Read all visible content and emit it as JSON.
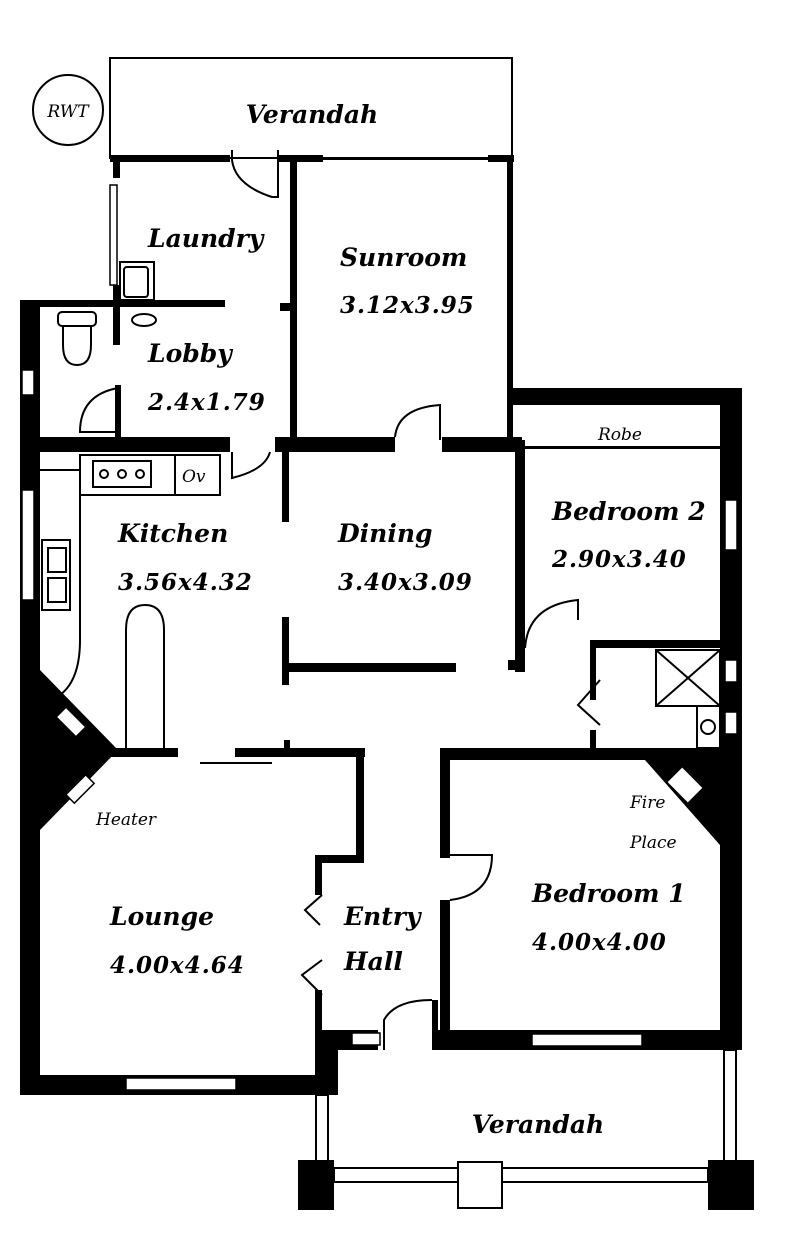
{
  "title": "Floor Plan",
  "logo": "RWT",
  "rooms": {
    "verandah_rear": {
      "name": "Verandah"
    },
    "laundry": {
      "name": "Laundry"
    },
    "sunroom": {
      "name": "Sunroom",
      "size": "3.12x3.95"
    },
    "lobby": {
      "name": "Lobby",
      "size": "2.4x1.79"
    },
    "robe": {
      "name": "Robe"
    },
    "kitchen": {
      "name": "Kitchen",
      "size": "3.56x4.32",
      "oven": "Ov"
    },
    "dining": {
      "name": "Dining",
      "size": "3.40x3.09"
    },
    "bedroom2": {
      "name": "Bedroom 2",
      "size": "2.90x3.40"
    },
    "lounge": {
      "name": "Lounge",
      "size": "4.00x4.64",
      "heater": "Heater"
    },
    "entry": {
      "name_line1": "Entry",
      "name_line2": "Hall"
    },
    "bedroom1": {
      "name": "Bedroom 1",
      "size": "4.00x4.00",
      "fire_line1": "Fire",
      "fire_line2": "Place"
    },
    "verandah_front": {
      "name": "Verandah"
    }
  }
}
